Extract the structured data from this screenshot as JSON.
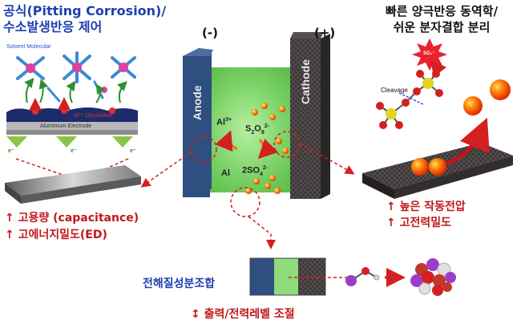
{
  "top_left": {
    "title_line1": "공식(Pitting Corrosion)/",
    "title_line2": "수소발생반응 제어",
    "solvent_label": "Solvent Molecular",
    "al_dissolution_label": "Al³⁺ Dissolution",
    "electrode_label": "Aluminium Electrode",
    "electron_label": "e⁻"
  },
  "poles": {
    "negative": "(-)",
    "positive": "(+)"
  },
  "cell": {
    "anode_label": "Anode",
    "cathode_label": "Cathode",
    "al3_label": "Al",
    "al3_charge": "3+",
    "al_label": "Al",
    "s2o8_main": "S",
    "s2o8_sub1": "2",
    "s2o8_o": "O",
    "s2o8_sub2": "8",
    "s2o8_charge": "2-",
    "so4_main": "2SO",
    "so4_sub": "4",
    "so4_charge": "2-"
  },
  "top_right": {
    "title_line1": "빠른 양극반응 동역학/",
    "title_line2": "쉬운 분자결합 분리",
    "cleavage_label": "Cleavage",
    "so4_radical_label": "SO₄⁻"
  },
  "left_benefits": {
    "line1": "고용량 (capacitance)",
    "line2": "고에너지밀도(ED)"
  },
  "right_benefits": {
    "line1": "높은 작동전압",
    "line2": "고전력밀도"
  },
  "bottom": {
    "composition_label": "전해질성분조합",
    "power_label": "출력/전력레벨 조절"
  },
  "colors": {
    "title_blue": "#1f3fb0",
    "benefit_red": "#c0181b",
    "anode_blue": "#2e4f80",
    "electrolyte_green": "#7ed36a",
    "arrow_red": "#d42020"
  }
}
